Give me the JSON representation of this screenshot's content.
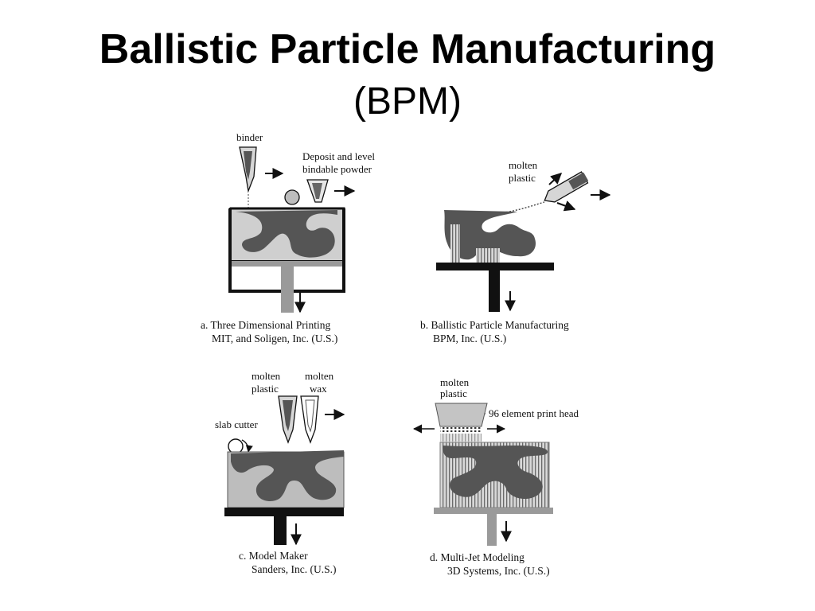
{
  "slide": {
    "title": "Ballistic Particle Manufacturing",
    "subtitle": "(BPM)"
  },
  "panels": {
    "a": {
      "labels": {
        "binder": "binder",
        "deposit_line1": "Deposit and level",
        "deposit_line2": "bindable powder"
      },
      "caption_line1": "a. Three Dimensional Printing",
      "caption_line2": "MIT, and Soligen, Inc. (U.S.)"
    },
    "b": {
      "labels": {
        "molten_line1": "molten",
        "molten_line2": "plastic"
      },
      "caption_line1": "b. Ballistic Particle Manufacturing",
      "caption_line2": "BPM, Inc. (U.S.)"
    },
    "c": {
      "labels": {
        "molten_plastic_line1": "molten",
        "molten_plastic_line2": "plastic",
        "molten_wax_line1": "molten",
        "molten_wax_line2": "wax",
        "slab_cutter": "slab cutter"
      },
      "caption_line1": "c. Model Maker",
      "caption_line2": "Sanders, Inc. (U.S.)"
    },
    "d": {
      "labels": {
        "molten_line1": "molten",
        "molten_line2": "plastic",
        "print_head": "96 element print head"
      },
      "caption_line1": "d. Multi-Jet Modeling",
      "caption_line2": "3D Systems, Inc. (U.S.)"
    }
  },
  "colors": {
    "part": "#5a5a5a",
    "powder": "#cfcfcf",
    "platform": "#111111",
    "support": "#9a9a9a"
  }
}
